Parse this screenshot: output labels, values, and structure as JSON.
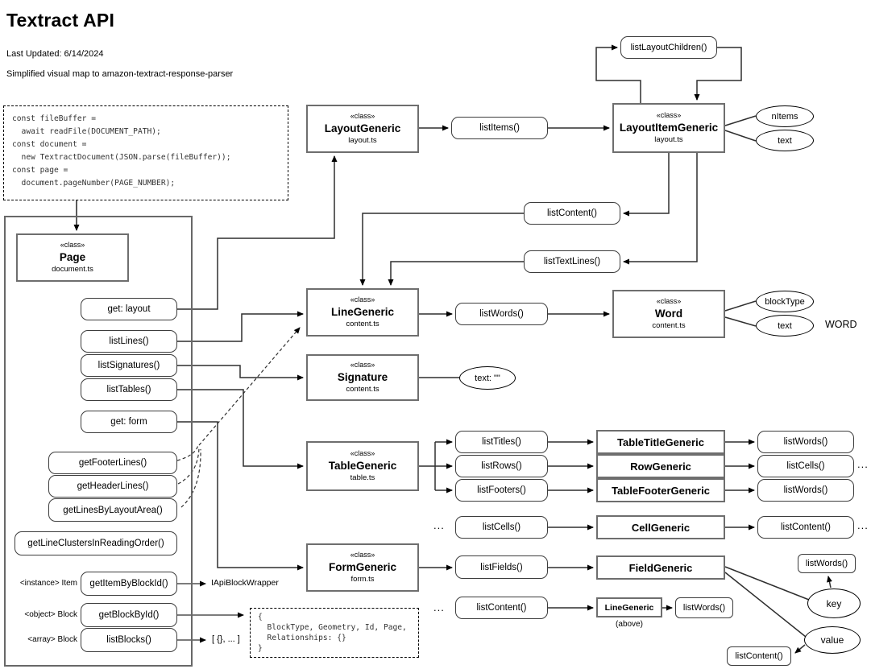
{
  "header": {
    "title": "Textract API",
    "last_updated": "Last Updated: 6/14/2024",
    "subtitle": "Simplified visual map to amazon-textract-response-parser"
  },
  "code_box": {
    "code": "const fileBuffer =\n  await readFile(DOCUMENT_PATH);\nconst document =\n  new TextractDocument(JSON.parse(fileBuffer));\nconst page =\n  document.pageNumber(PAGE_NUMBER);"
  },
  "page_panel": {
    "class": {
      "stereotype": "«class»",
      "name": "Page",
      "file": "document.ts"
    },
    "methods": {
      "get_layout": "get: layout",
      "list_lines": "listLines()",
      "list_signatures": "listSignatures()",
      "list_tables": "listTables()",
      "get_form": "get: form",
      "get_footer_lines": "getFooterLines()",
      "get_header_lines": "getHeaderLines()",
      "get_lines_by_layout_area": "getLinesByLayoutArea()",
      "get_line_clusters": "getLineClustersInReadingOrder()",
      "get_item_by_block_id": "getItemByBlockId()",
      "get_block_by_id": "getBlockById()",
      "list_blocks": "listBlocks()"
    },
    "labels": {
      "instance_item": "<instance> Item",
      "object_block": "<object> Block",
      "array_block": "<array> Block"
    }
  },
  "layout_section": {
    "layout_generic": {
      "stereotype": "«class»",
      "name": "LayoutGeneric",
      "file": "layout.ts"
    },
    "list_items": "listItems()",
    "list_layout_children": "listLayoutChildren()",
    "layout_item_generic": {
      "stereotype": "«class»",
      "name": "LayoutItemGeneric",
      "file": "layout.ts"
    },
    "attrs": {
      "n_items": "nItems",
      "text": "text"
    },
    "list_content": "listContent()",
    "list_text_lines": "listTextLines()"
  },
  "line_section": {
    "line_generic": {
      "stereotype": "«class»",
      "name": "LineGeneric",
      "file": "content.ts"
    },
    "list_words": "listWords()",
    "word": {
      "stereotype": "«class»",
      "name": "Word",
      "file": "content.ts"
    },
    "attrs": {
      "block_type": "blockType",
      "text": "text"
    },
    "word_caption": "WORD",
    "signature": {
      "stereotype": "«class»",
      "name": "Signature",
      "file": "content.ts"
    },
    "text_empty": "text: \"\""
  },
  "table_section": {
    "table_generic": {
      "stereotype": "«class»",
      "name": "TableGeneric",
      "file": "table.ts"
    },
    "list_titles": "listTitles()",
    "list_rows": "listRows()",
    "list_footers": "listFooters()",
    "table_title_generic": "TableTitleGeneric",
    "row_generic": "RowGeneric",
    "table_footer_generic": "TableFooterGeneric",
    "list_words_title": "listWords()",
    "list_cells_row": "listCells()",
    "list_words_footer": "listWords()",
    "ellipsis_cells_right": "...",
    "ellipsis_cells_left": "...",
    "list_cells_mid": "listCells()",
    "cell_generic": "CellGeneric",
    "list_content_cell": "listContent()",
    "ellipsis_content_right": "..."
  },
  "form_section": {
    "form_generic": {
      "stereotype": "«class»",
      "name": "FormGeneric",
      "file": "form.ts"
    },
    "list_fields": "listFields()",
    "field_generic": "FieldGeneric",
    "ellipsis_left": "...",
    "list_content": "listContent()",
    "line_generic_small": "LineGeneric",
    "above_note": "(above)",
    "list_words_small": "listWords()",
    "list_words_key": "listWords()",
    "key": "key",
    "value": "value",
    "list_content_value": "listContent()"
  },
  "misc": {
    "iapi_block_wrapper": "IApiBlockWrapper",
    "array_literal": "[ {}, ... ]",
    "block_shape": "{\n  BlockType, Geometry, Id, Page,\n  Relationships: {}\n}"
  }
}
